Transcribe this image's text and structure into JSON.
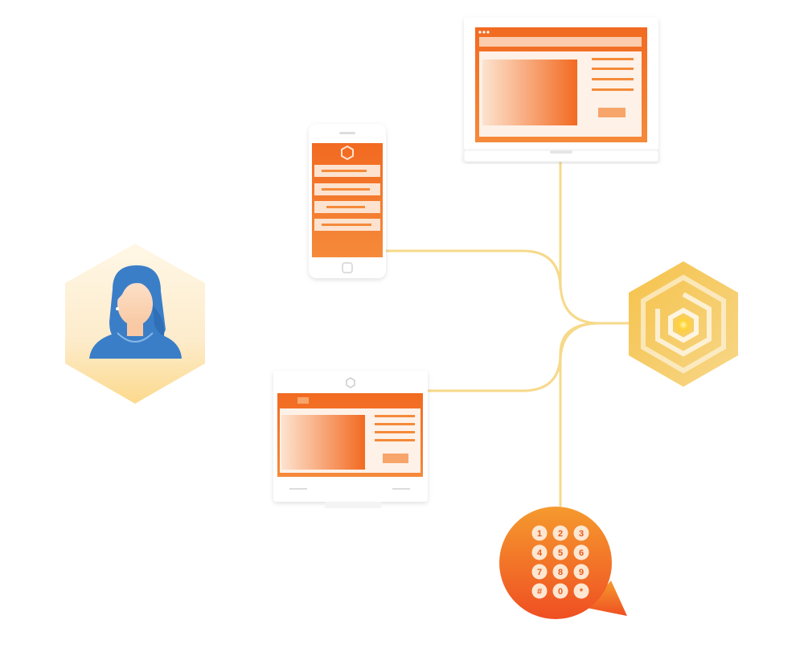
{
  "diagram": {
    "nodes": [
      {
        "id": "user",
        "icon": "user-avatar-icon"
      },
      {
        "id": "laptop",
        "icon": "laptop-icon"
      },
      {
        "id": "phone",
        "icon": "smartphone-icon"
      },
      {
        "id": "kiosk",
        "icon": "kiosk-terminal-icon"
      },
      {
        "id": "hub",
        "icon": "hexagon-logo-icon"
      },
      {
        "id": "ivr",
        "icon": "phone-keypad-bubble-icon"
      }
    ],
    "connections": [
      {
        "from": "laptop",
        "to": "hub"
      },
      {
        "from": "phone",
        "to": "hub"
      },
      {
        "from": "kiosk",
        "to": "hub"
      },
      {
        "from": "ivr",
        "to": "hub"
      }
    ],
    "colors": {
      "accent_orange": "#f26a21",
      "accent_light": "#fbd9c0",
      "line_yellow": "#f7d98a",
      "hub_yellow": "#f4b63a",
      "avatar_blue": "#3b7ec8",
      "hex_glow": "#fde6b4"
    },
    "keypad": {
      "keys": [
        "1",
        "2",
        "3",
        "4",
        "5",
        "6",
        "7",
        "8",
        "9",
        "#",
        "0",
        "*"
      ]
    }
  }
}
